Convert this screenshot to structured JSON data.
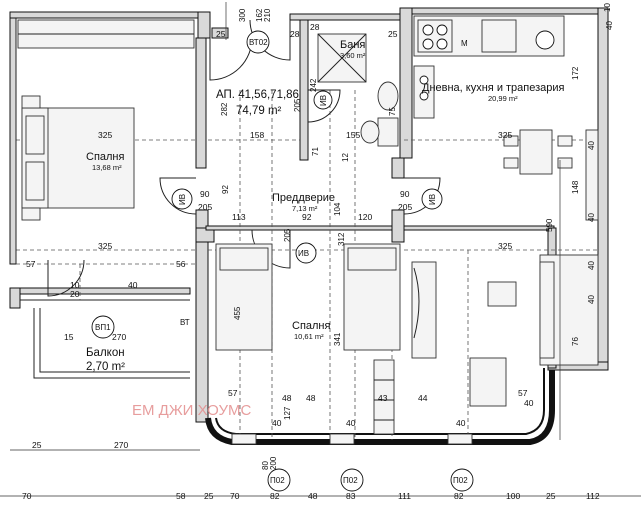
{
  "apartment": {
    "title": "АП. 41,56,71,86",
    "area": "74,79 m²"
  },
  "rooms": {
    "bedroom1": {
      "name": "Спалня",
      "area": "13,68 m²"
    },
    "bathroom": {
      "name": "Баня",
      "area": "3,60 m²"
    },
    "living": {
      "name": "Дневна, кухня и трапезария",
      "area": "20,99 m²"
    },
    "hall": {
      "name": "Преддверие",
      "area": "7,13 m²"
    },
    "bedroom2": {
      "name": "Спалня",
      "area": "10,61 m²"
    },
    "balcony": {
      "name": "Балкон",
      "area": "2,70 m²"
    }
  },
  "watermark": "ЕМ ДЖИ ХОУМС",
  "tags": {
    "iv": "ИВ",
    "vt02": "ВТ02",
    "vp1": "ВП1",
    "vt": "ВТ",
    "p02": "П02",
    "m": "М"
  },
  "dimensions": {
    "top": [
      "300",
      "210",
      "25",
      "162",
      "28",
      "28",
      "25",
      "10",
      "40"
    ],
    "mid": [
      "325",
      "158",
      "155",
      "325",
      "90",
      "205",
      "113",
      "92",
      "120",
      "90",
      "205",
      "325",
      "325",
      "57",
      "56",
      "10",
      "40",
      "20",
      "15",
      "270",
      "57",
      "48",
      "48",
      "43",
      "44",
      "57",
      "40",
      "40",
      "40",
      "40",
      "127"
    ],
    "vertical": [
      "282",
      "242",
      "205",
      "92",
      "205",
      "71",
      "12",
      "75",
      "104",
      "312",
      "455",
      "341",
      "172",
      "590",
      "76",
      "40",
      "40",
      "40",
      "40",
      "148",
      "200",
      "80"
    ],
    "bottom": [
      "25",
      "270",
      "70",
      "58",
      "25",
      "70",
      "82",
      "48",
      "83",
      "111",
      "82",
      "100",
      "25",
      "112"
    ]
  }
}
